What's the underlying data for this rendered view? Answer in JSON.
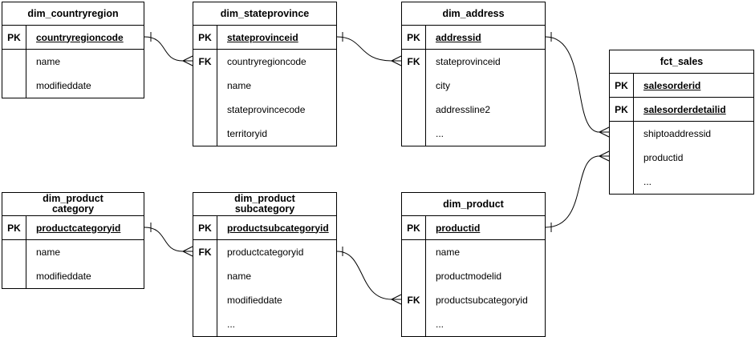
{
  "colors": {
    "line": "#000000",
    "background": "#ffffff",
    "text": "#000000"
  },
  "tables": [
    {
      "title_lines": [
        "dim_countryregion"
      ],
      "rows": [
        {
          "key": "PK",
          "name": "countryregioncode"
        },
        {
          "key": "",
          "name": "name"
        },
        {
          "key": "",
          "name": "modifieddate"
        }
      ]
    },
    {
      "title_lines": [
        "dim_stateprovince"
      ],
      "rows": [
        {
          "key": "PK",
          "name": "stateprovinceid"
        },
        {
          "key": "FK",
          "name": "countryregioncode"
        },
        {
          "key": "",
          "name": "name"
        },
        {
          "key": "",
          "name": "stateprovincecode"
        },
        {
          "key": "",
          "name": "territoryid"
        }
      ]
    },
    {
      "title_lines": [
        "dim_address"
      ],
      "rows": [
        {
          "key": "PK",
          "name": "addressid"
        },
        {
          "key": "FK",
          "name": "stateprovinceid"
        },
        {
          "key": "",
          "name": "city"
        },
        {
          "key": "",
          "name": "addressline2"
        },
        {
          "key": "",
          "name": "..."
        }
      ]
    },
    {
      "title_lines": [
        "fct_sales"
      ],
      "rows": [
        {
          "key": "PK",
          "name": "salesorderid"
        },
        {
          "key": "PK",
          "name": "salesorderdetailid"
        },
        {
          "key": "",
          "name": "shiptoaddressid"
        },
        {
          "key": "",
          "name": "productid"
        },
        {
          "key": "",
          "name": "..."
        }
      ]
    },
    {
      "title_lines": [
        "dim_product",
        "category"
      ],
      "rows": [
        {
          "key": "PK",
          "name": "productcategoryid"
        },
        {
          "key": "",
          "name": "name"
        },
        {
          "key": "",
          "name": "modifieddate"
        }
      ]
    },
    {
      "title_lines": [
        "dim_product",
        "subcategory"
      ],
      "rows": [
        {
          "key": "PK",
          "name": "productsubcategoryid"
        },
        {
          "key": "FK",
          "name": "productcategoryid"
        },
        {
          "key": "",
          "name": "name"
        },
        {
          "key": "",
          "name": "modifieddate"
        },
        {
          "key": "",
          "name": "..."
        }
      ]
    },
    {
      "title_lines": [
        "dim_product"
      ],
      "rows": [
        {
          "key": "PK",
          "name": "productid"
        },
        {
          "key": "",
          "name": "name"
        },
        {
          "key": "",
          "name": "productmodelid"
        },
        {
          "key": "FK",
          "name": "productsubcategoryid"
        },
        {
          "key": "",
          "name": "..."
        }
      ]
    }
  ],
  "relations": [
    {
      "from": "dim_countryregion.countryregioncode",
      "to": "dim_stateprovince.countryregioncode",
      "from_cardinality": "one",
      "to_cardinality": "many"
    },
    {
      "from": "dim_stateprovince.stateprovinceid",
      "to": "dim_address.stateprovinceid",
      "from_cardinality": "one",
      "to_cardinality": "many"
    },
    {
      "from": "dim_address.addressid",
      "to": "fct_sales.shiptoaddressid",
      "from_cardinality": "one",
      "to_cardinality": "many"
    },
    {
      "from": "dim_product.productid",
      "to": "fct_sales.productid",
      "from_cardinality": "one",
      "to_cardinality": "many"
    },
    {
      "from": "dim_product category.productcategoryid",
      "to": "dim_product subcategory.productcategoryid",
      "from_cardinality": "one",
      "to_cardinality": "many"
    },
    {
      "from": "dim_product subcategory.productsubcategoryid",
      "to": "dim_product.productsubcategoryid",
      "from_cardinality": "one",
      "to_cardinality": "many"
    }
  ]
}
